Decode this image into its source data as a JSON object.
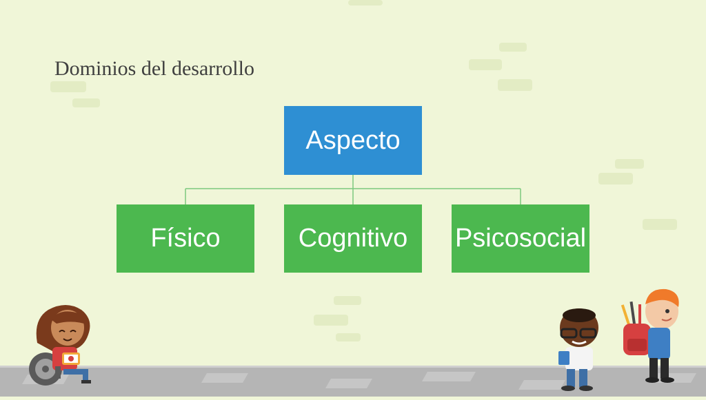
{
  "title": "Dominios del desarrollo",
  "diagram": {
    "root": "Aspecto",
    "children": [
      "Físico",
      "Cognitivo",
      "Psicosocial"
    ]
  },
  "colors": {
    "background": "#f0f6d8",
    "root_box": "#2e8fd3",
    "child_box": "#4cb84f",
    "connector": "#7cc87e",
    "title_text": "#3f3f3f"
  },
  "illustrations": [
    "child-in-wheelchair",
    "boy-with-glasses-walking",
    "boy-with-backpack-walking"
  ]
}
